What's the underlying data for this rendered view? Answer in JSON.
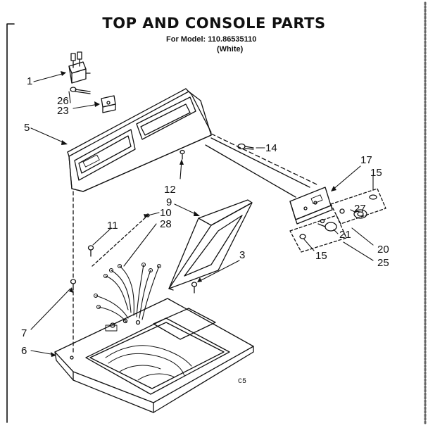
{
  "header": {
    "title": "TOP AND CONSOLE PARTS",
    "model_line": "For Model: 110.86535110",
    "color_note": "(White)"
  },
  "callouts": {
    "c1": "1",
    "c26": "26",
    "c23": "23",
    "c5": "5",
    "c14": "14",
    "c17": "17",
    "c15a": "15",
    "c12": "12",
    "c9": "9",
    "c10": "10",
    "c28": "28",
    "c11": "11",
    "c27": "27",
    "c21": "21",
    "c20": "20",
    "c3": "3",
    "c15b": "15",
    "c25": "25",
    "c7": "7",
    "c6": "6"
  },
  "page_code": "C5"
}
